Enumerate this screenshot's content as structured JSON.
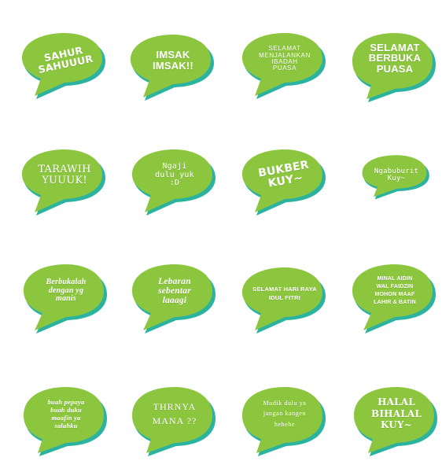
{
  "colors": {
    "bubble_fill": "#8cc63f",
    "bubble_shadow": "#2bb3a0",
    "text": "#ffffff",
    "background": "#ffffff"
  },
  "stickers": [
    {
      "text": "SAHUR\nSAHUUUR"
    },
    {
      "text": "IMSAK\nIMSAK!!"
    },
    {
      "text": "SELAMAT\nMENJALANKAN\nIBADAH\nPUASA"
    },
    {
      "text": "SELAMAT\nBERBUKA\nPUASA"
    },
    {
      "text": "TARAWIH\nYUUUK!"
    },
    {
      "text": "Ngaji\ndulu yuk\n:D"
    },
    {
      "text": "BUKBER\nKUY~"
    },
    {
      "text": "Ngabuburit\nKuy~"
    },
    {
      "text": "Berbukalah\ndengan yg\nmanis"
    },
    {
      "text": "Lebaran\nsebentar\nlaaagi"
    },
    {
      "text": "SELAMAT HARI RAYA\nIDUL FITRI"
    },
    {
      "text": "MINAL AIDIN\nWAL FAIDZIN\nMOHON MAAF\nLAHIR & BATIN"
    },
    {
      "text": "buah pepaya\nbuah duku\nmaafin ya\nsalahku"
    },
    {
      "text": "THRNYA\nMANA ??"
    },
    {
      "text": "Mudik dulu ya\njangan kangen\nhehehe"
    },
    {
      "text": "HALAL\nBIHALAL\nKUY~"
    }
  ]
}
